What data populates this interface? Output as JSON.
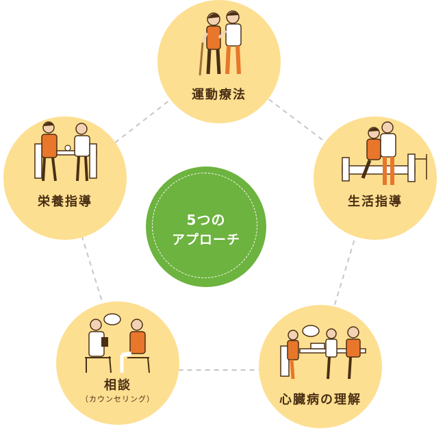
{
  "center": {
    "line1": "5つの",
    "line2": "アプローチ"
  },
  "nodes": {
    "exercise": {
      "label": "運動療法"
    },
    "lifestyle": {
      "label": "生活指導"
    },
    "heart": {
      "label": "心臓病の理解"
    },
    "counsel": {
      "label": "相談",
      "sub": "（カウンセリング）"
    },
    "nutrition": {
      "label": "栄養指導"
    }
  },
  "colors": {
    "node_fill": "#fddf91",
    "center_fill": "#6db33f",
    "accent_orange": "#e8762b",
    "ring_dash": "#c6c6c6",
    "text_brown": "#4a2f14"
  }
}
